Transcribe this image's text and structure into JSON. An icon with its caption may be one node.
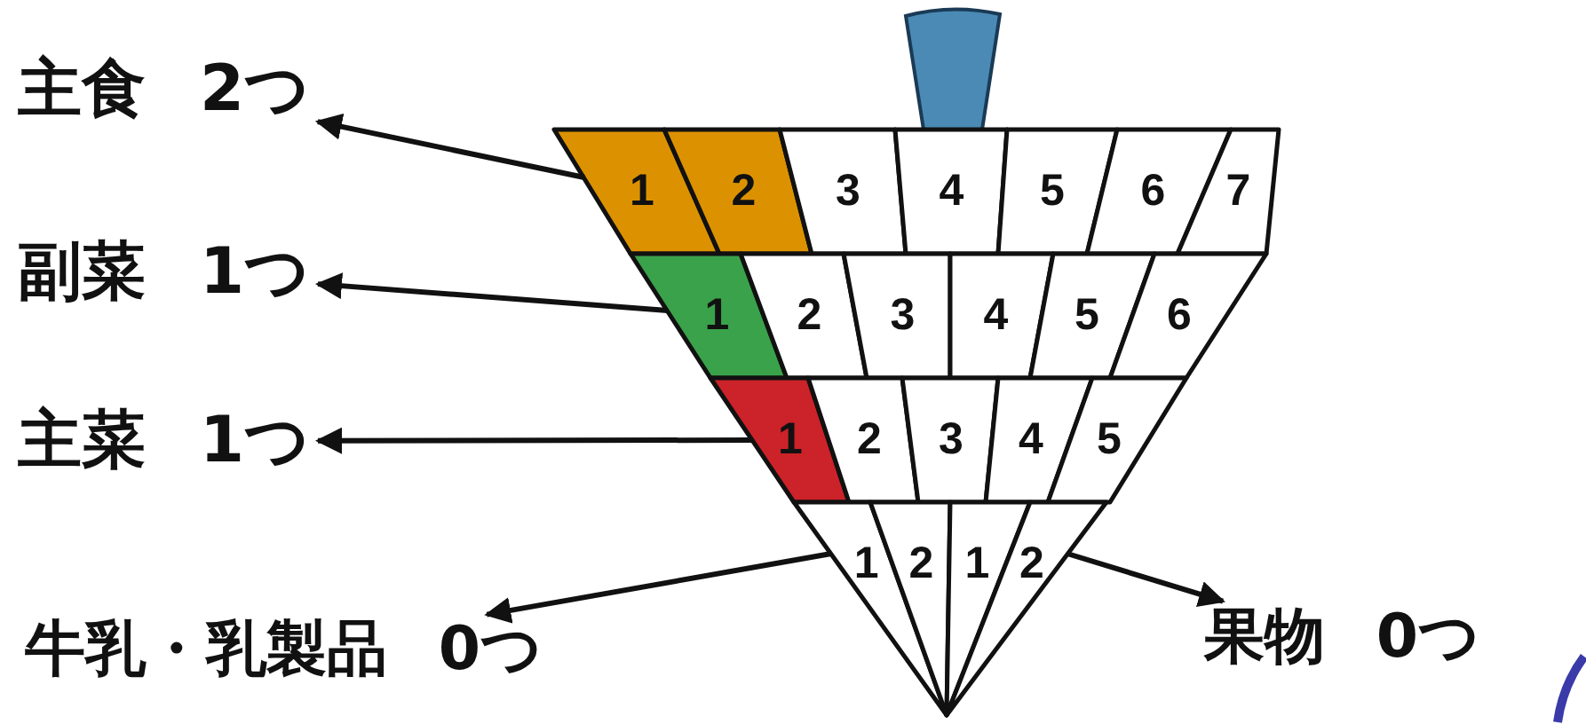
{
  "diagram": {
    "nodes": [
      {
        "text": [
          "主食 2つ"
        ]
      },
      {
        "text": [
          "副菜 1つ"
        ]
      },
      {
        "text": [
          "主菜 1つ"
        ]
      },
      {
        "text": [
          "牛乳・乳製品 0つ"
        ]
      },
      {
        "text": [
          "果物 0つ"
        ]
      },
      {
        "text": [
          "1"
        ]
      },
      {
        "text": [
          "2"
        ]
      },
      {
        "text": [
          "3"
        ]
      },
      {
        "text": [
          "4"
        ]
      },
      {
        "text": [
          "5"
        ]
      },
      {
        "text": [
          "6"
        ]
      },
      {
        "text": [
          "7"
        ]
      },
      {
        "text": [
          "1"
        ]
      },
      {
        "text": [
          "2"
        ]
      },
      {
        "text": [
          "3"
        ]
      },
      {
        "text": [
          "4"
        ]
      },
      {
        "text": [
          "5"
        ]
      },
      {
        "text": [
          "6"
        ]
      },
      {
        "text": [
          "1"
        ]
      },
      {
        "text": [
          "2"
        ]
      },
      {
        "text": [
          "3"
        ]
      },
      {
        "text": [
          "4"
        ]
      },
      {
        "text": [
          "5"
        ]
      },
      {
        "text": [
          "1"
        ]
      },
      {
        "text": [
          "2"
        ]
      },
      {
        "text": [
          "1"
        ]
      },
      {
        "text": [
          "2"
        ]
      }
    ],
    "edges": [
      {
        "from": 5,
        "to": 0,
        "arrow": "to"
      },
      {
        "from": 12,
        "to": 1,
        "arrow": "to"
      },
      {
        "from": 18,
        "to": 2,
        "arrow": "to"
      },
      {
        "from": 23,
        "to": 3,
        "arrow": "to"
      },
      {
        "from": 26,
        "to": 4,
        "arrow": "to"
      }
    ]
  }
}
